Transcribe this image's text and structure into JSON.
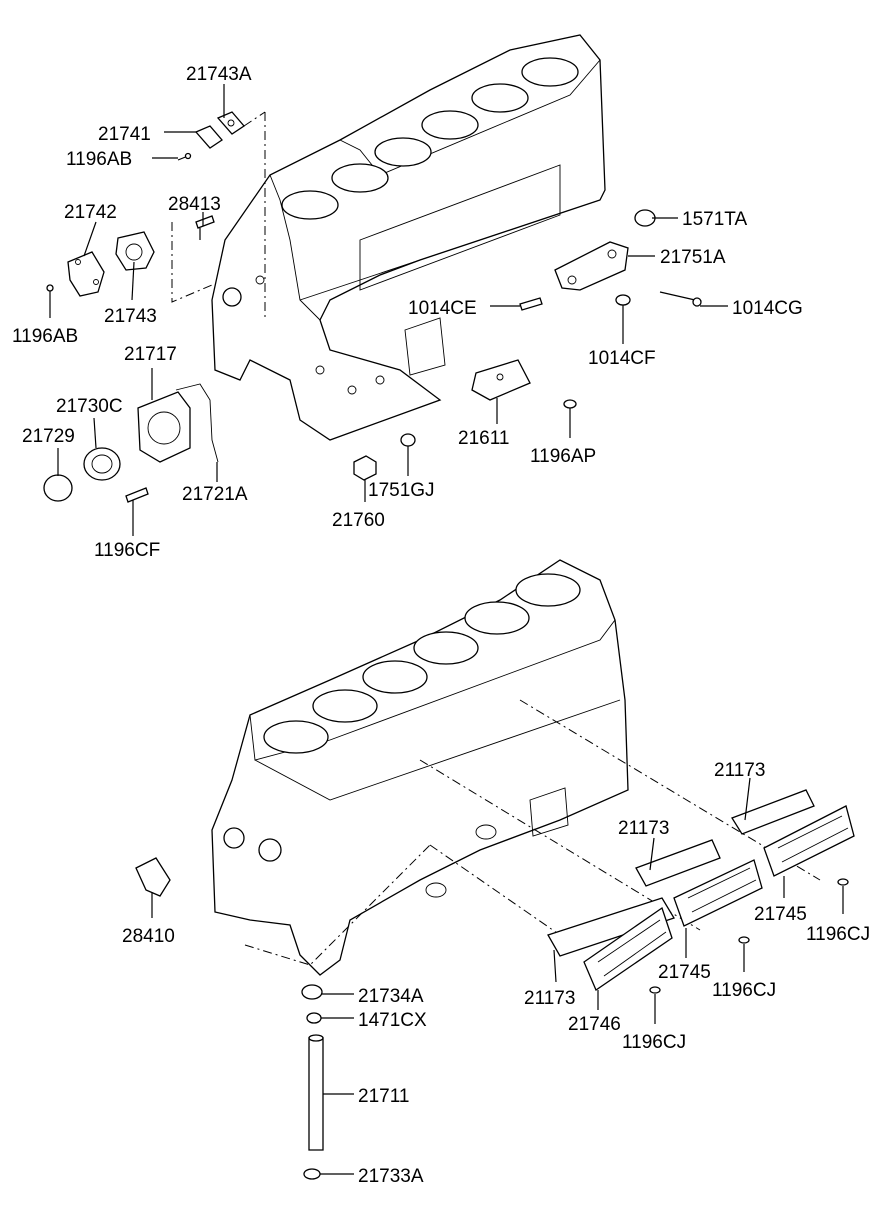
{
  "labels": {
    "p21743A_top": "21743A",
    "p21741": "21741",
    "p1196AB_top": "1196AB",
    "p21742": "21742",
    "p28413": "28413",
    "p21743": "21743",
    "p1196AB_left": "1196AB",
    "p1571TA": "1571TA",
    "p21751A": "21751A",
    "p1014CE": "1014CE",
    "p1014CG": "1014CG",
    "p1014CF": "1014CF",
    "p21717": "21717",
    "p21730C": "21730C",
    "p21729": "21729",
    "p21721A": "21721A",
    "p1196CF": "1196CF",
    "p21611": "21611",
    "p1196AP": "1196AP",
    "p1751GJ": "1751GJ",
    "p21760": "21760",
    "p21173_a": "21173",
    "p21173_b": "21173",
    "p21173_c": "21173",
    "p21745_a": "21745",
    "p21745_b": "21745",
    "p21746": "21746",
    "p1196CJ_a": "1196CJ",
    "p1196CJ_b": "1196CJ",
    "p1196CJ_c": "1196CJ",
    "p28410": "28410",
    "p21734A": "21734A",
    "p1471CX": "1471CX",
    "p21711": "21711",
    "p21733A": "21733A"
  },
  "colors": {
    "line": "#000000",
    "background": "#ffffff"
  }
}
